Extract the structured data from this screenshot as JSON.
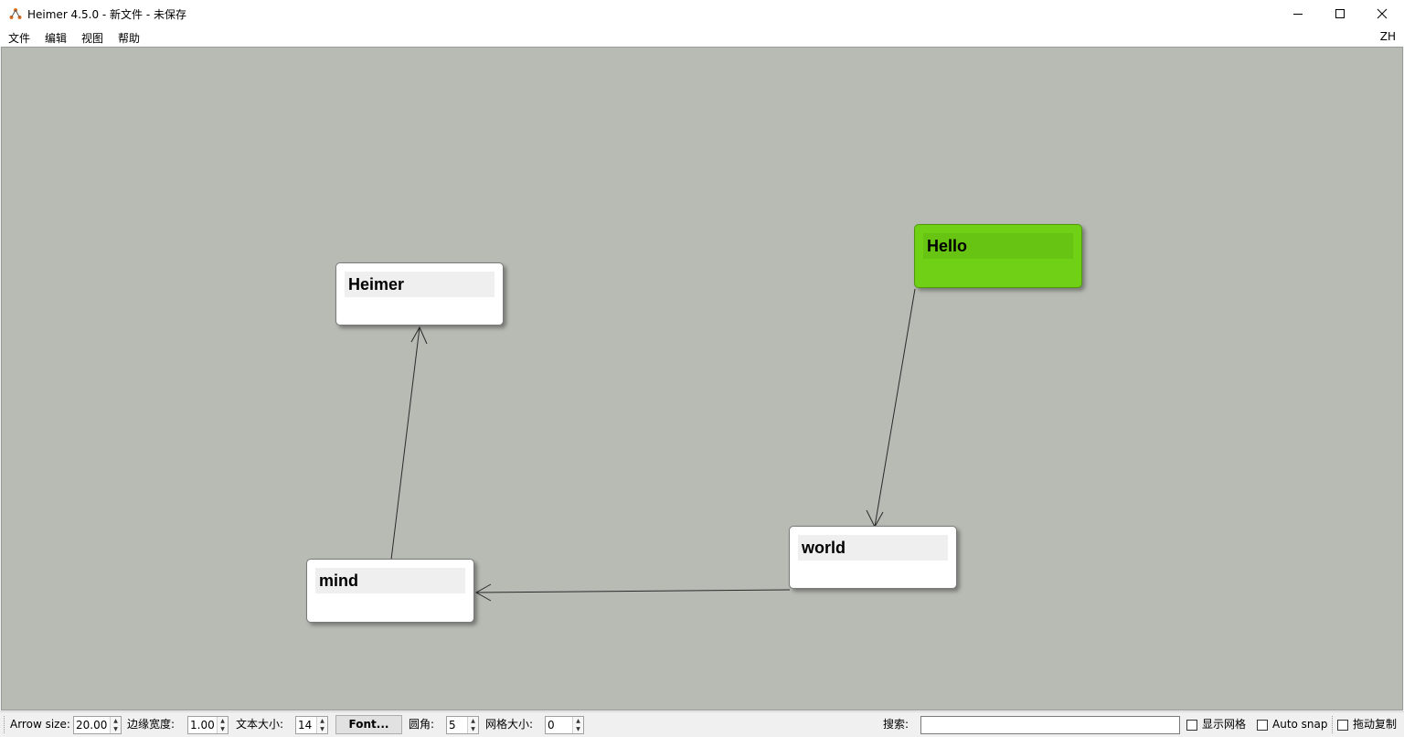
{
  "window": {
    "title": "Heimer 4.5.0 - 新文件 - 未保存",
    "min_icon": "minimize-icon",
    "max_icon": "maximize-icon",
    "close_icon": "close-icon"
  },
  "menu": {
    "items": [
      "文件",
      "编辑",
      "视图",
      "帮助"
    ],
    "language": "ZH"
  },
  "canvas": {
    "background": "#b8bab4",
    "nodes": [
      {
        "id": "heimer",
        "label": "Heimer",
        "color": "#ffffff"
      },
      {
        "id": "hello",
        "label": "Hello",
        "color": "#6fd015"
      },
      {
        "id": "world",
        "label": "world",
        "color": "#ffffff"
      },
      {
        "id": "mind",
        "label": "mind",
        "color": "#ffffff"
      }
    ],
    "edges": [
      {
        "from": "mind",
        "to": "heimer"
      },
      {
        "from": "hello",
        "to": "world"
      },
      {
        "from": "world",
        "to": "mind"
      }
    ]
  },
  "toolbar": {
    "arrow_size_label": "Arrow size:",
    "arrow_size_value": "20.00",
    "edge_width_label": "边缘宽度:",
    "edge_width_value": "1.00",
    "text_size_label": "文本大小:",
    "text_size_value": "14",
    "font_button": "Font...",
    "corner_radius_label": "圆角:",
    "corner_radius_value": "5",
    "grid_size_label": "网格大小:",
    "grid_size_value": "0",
    "search_label": "搜索:",
    "search_value": "",
    "show_grid_label": "显示网格",
    "show_grid_checked": false,
    "auto_snap_label": "Auto snap",
    "auto_snap_checked": false,
    "drag_copy_label": "拖动复制",
    "drag_copy_checked": false
  }
}
